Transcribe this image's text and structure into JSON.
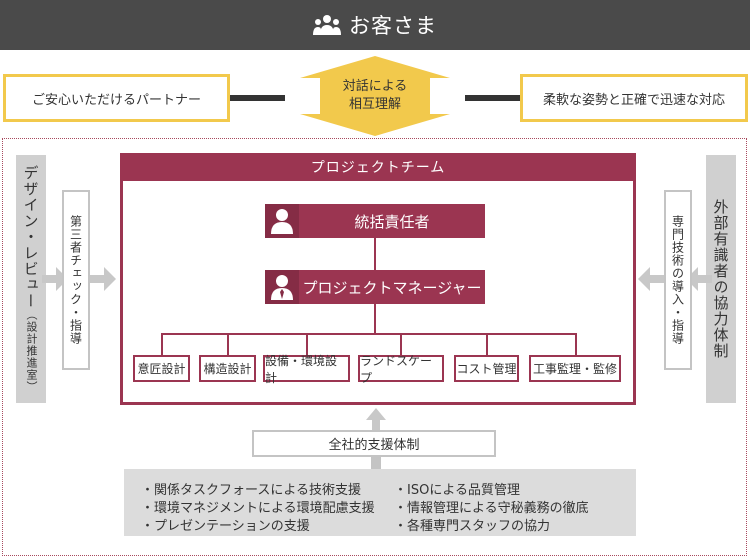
{
  "header": {
    "title": "お客さま",
    "icon": "people-icon"
  },
  "dialog": {
    "left_label": "ご安心いただけるパートナー",
    "center_line1": "対話による",
    "center_line2": "相互理解",
    "right_label": "柔軟な姿勢と正確で迅速な対応"
  },
  "left": {
    "outer_main": "デザイン・レビュー",
    "outer_sub": "（設計推進室）",
    "inner": "第三者チェック・指導"
  },
  "right": {
    "outer": "外部有識者の協力体制",
    "inner": "専門技術の導入・指導"
  },
  "team": {
    "title": "プロジェクトチーム",
    "role1": "統括責任者",
    "role2": "プロジェクトマネージャー",
    "subteams": [
      "意匠設計",
      "構造設計",
      "設備・環境設計",
      "ランドスケープ",
      "コスト管理",
      "工事監理・監修"
    ]
  },
  "support": {
    "title": "全社的支援体制",
    "col1": [
      "関係タスクフォースによる技術支援",
      "環境マネジメントによる環境配慮支援",
      "プレゼンテーションの支援"
    ],
    "col2": [
      "ISOによる品質管理",
      "情報管理による守秘義務の徹底",
      "各種専門スタッフの協力"
    ]
  },
  "colors": {
    "banner": "#4a4a4a",
    "accent": "#9b3551",
    "yellow": "#f2c94c",
    "gray": "#d0d0d0"
  }
}
